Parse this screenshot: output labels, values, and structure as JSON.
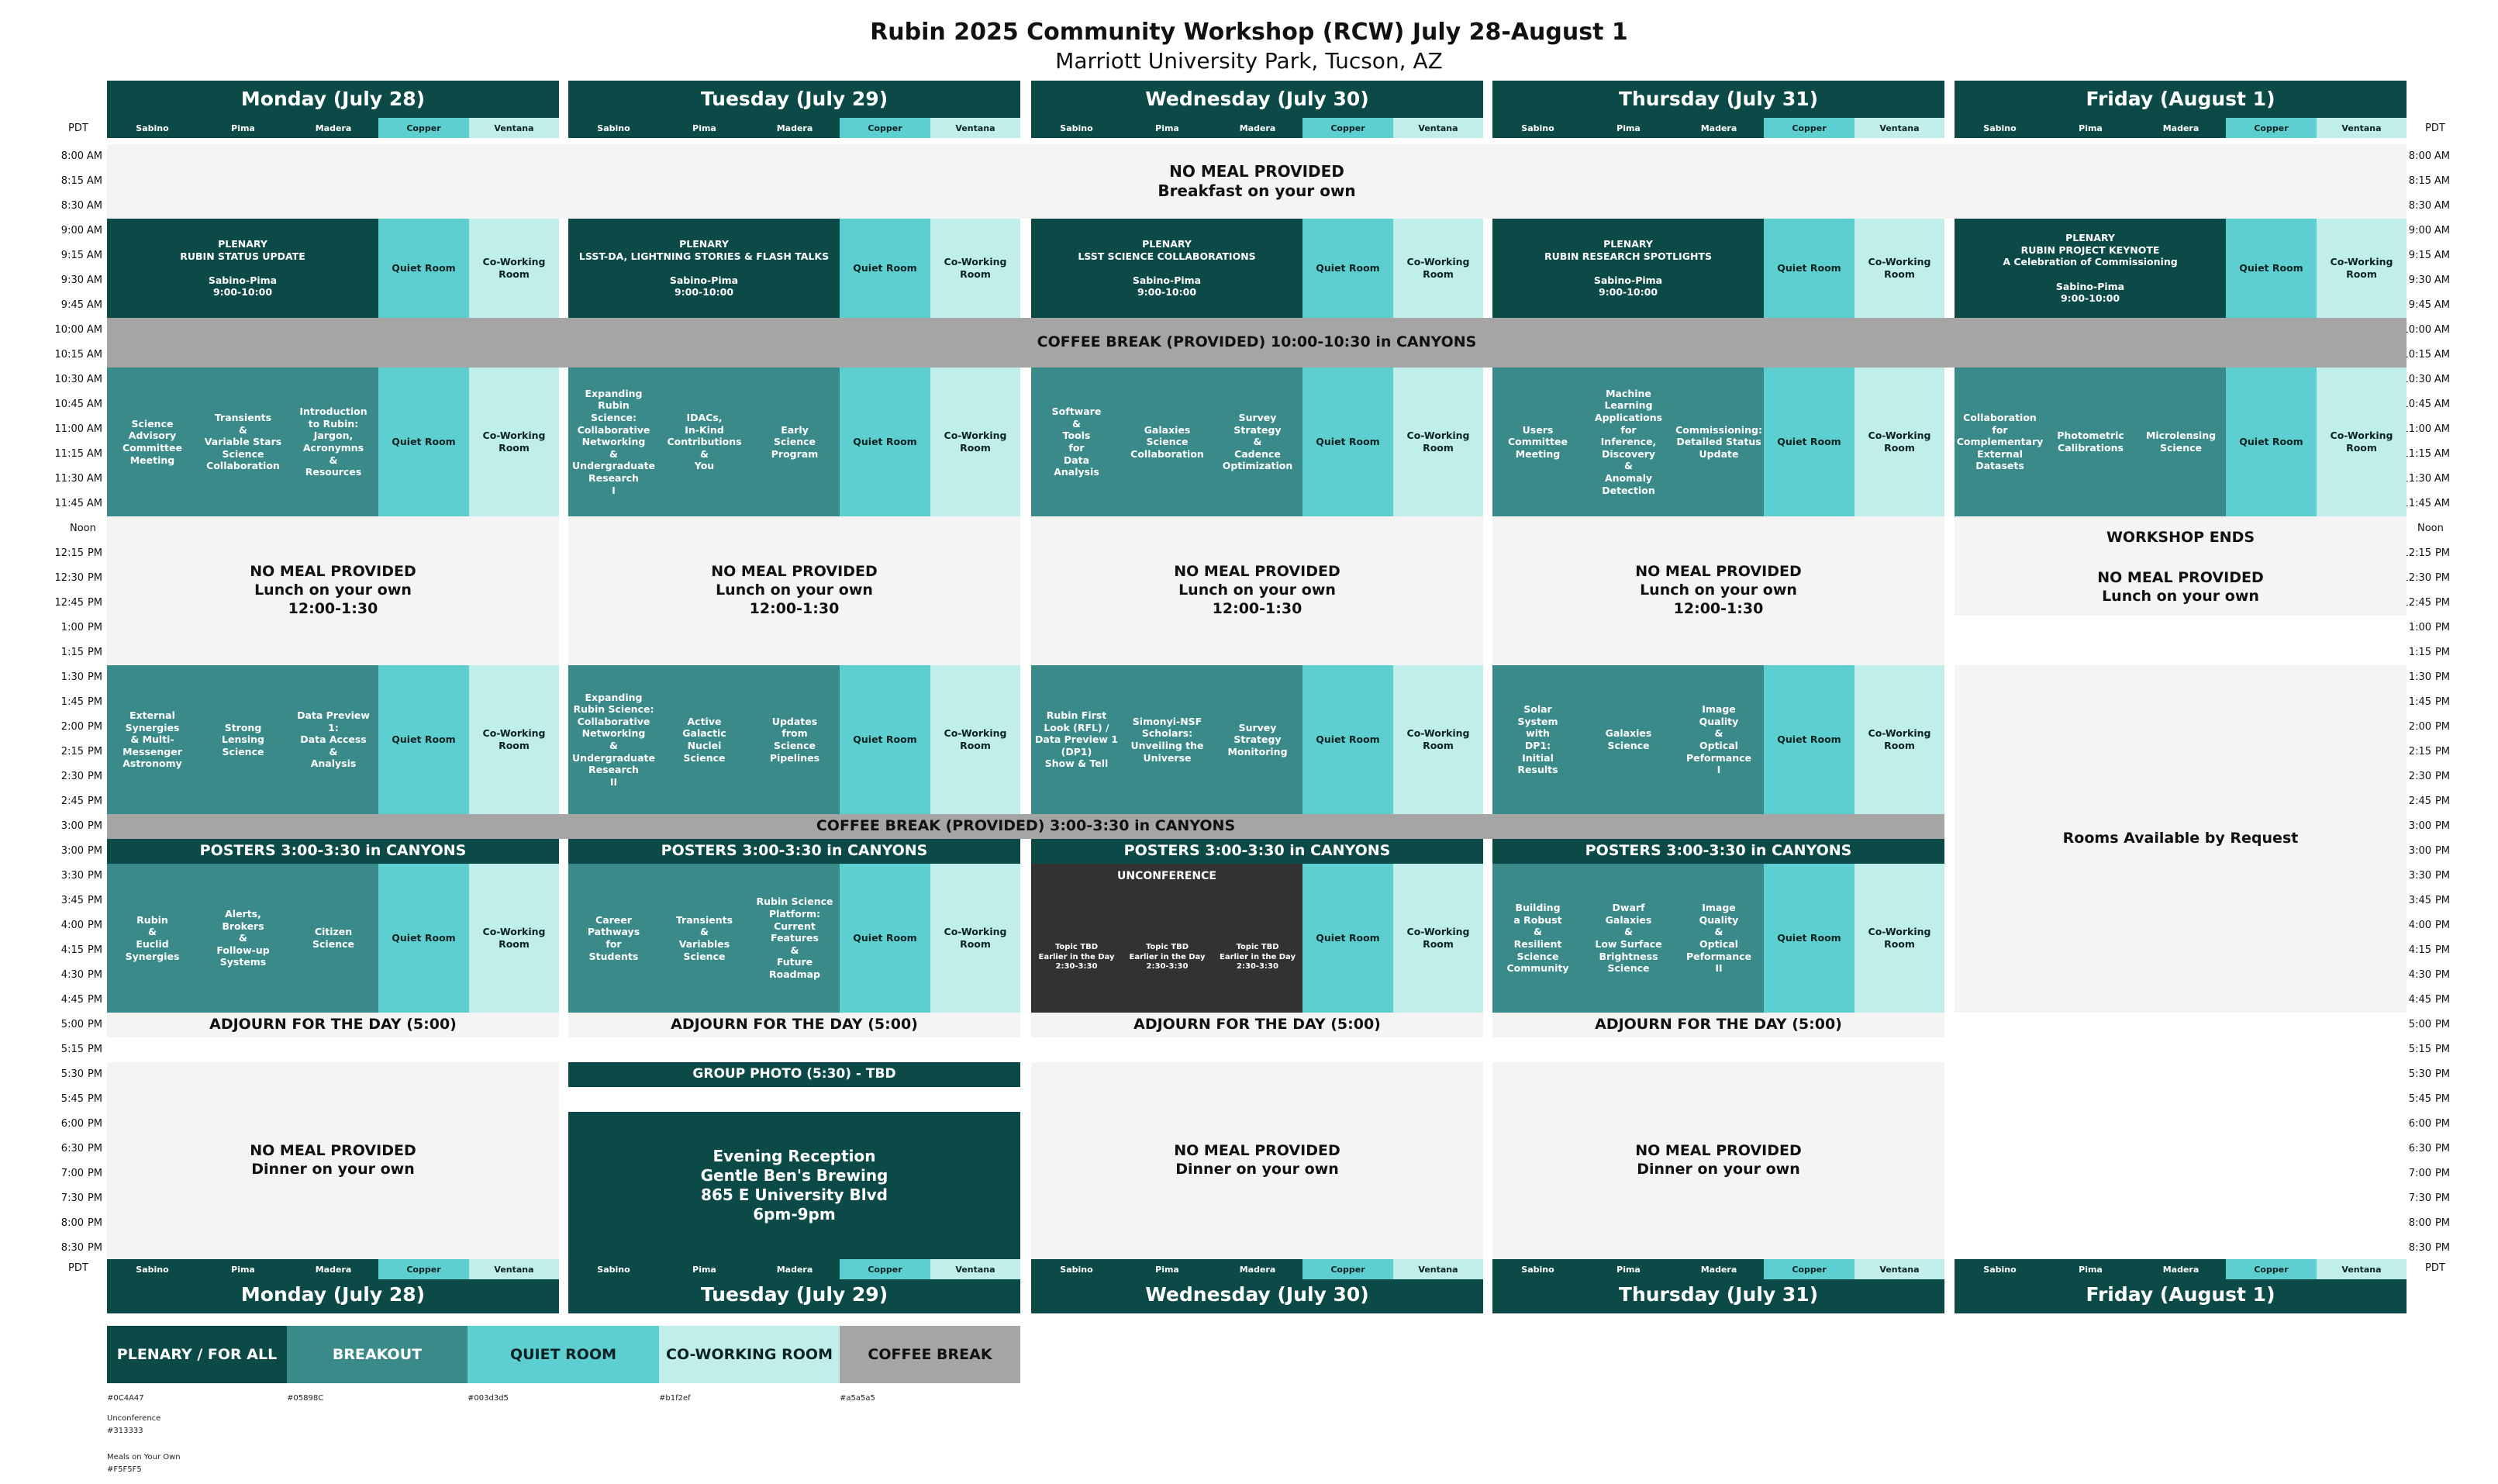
{
  "header": {
    "title": "Rubin 2025 Community Workshop (RCW) July 28-August 1",
    "subtitle": "Marriott University Park, Tucson, AZ"
  },
  "pdt_label": "PDT",
  "rooms": [
    "Sabino",
    "Pima",
    "Madera",
    "Copper",
    "Ventana"
  ],
  "days": [
    "Monday (July 28)",
    "Tuesday (July 29)",
    "Wednesday (July 30)",
    "Thursday (July 31)",
    "Friday (August 1)"
  ],
  "times": [
    {
      "t": "8:00",
      "p": "AM"
    },
    {
      "t": "8:15",
      "p": "AM"
    },
    {
      "t": "8:30",
      "p": "AM"
    },
    {
      "t": "9:00",
      "p": "AM"
    },
    {
      "t": "9:15",
      "p": "AM"
    },
    {
      "t": "9:30",
      "p": "AM"
    },
    {
      "t": "9:45",
      "p": "AM"
    },
    {
      "t": "10:00",
      "p": "AM"
    },
    {
      "t": "10:15",
      "p": "AM"
    },
    {
      "t": "10:30",
      "p": "AM"
    },
    {
      "t": "10:45",
      "p": "AM"
    },
    {
      "t": "11:00",
      "p": "AM"
    },
    {
      "t": "11:15",
      "p": "AM"
    },
    {
      "t": "11:30",
      "p": "AM"
    },
    {
      "t": "11:45",
      "p": "AM"
    },
    {
      "t": "Noon",
      "p": ""
    },
    {
      "t": "12:15",
      "p": "PM"
    },
    {
      "t": "12:30",
      "p": "PM"
    },
    {
      "t": "12:45",
      "p": "PM"
    },
    {
      "t": "1:00",
      "p": "PM"
    },
    {
      "t": "1:15",
      "p": "PM"
    },
    {
      "t": "1:30",
      "p": "PM"
    },
    {
      "t": "1:45",
      "p": "PM"
    },
    {
      "t": "2:00",
      "p": "PM"
    },
    {
      "t": "2:15",
      "p": "PM"
    },
    {
      "t": "2:30",
      "p": "PM"
    },
    {
      "t": "2:45",
      "p": "PM"
    },
    {
      "t": "3:00",
      "p": "PM"
    },
    {
      "t": "3:00",
      "p": "PM"
    },
    {
      "t": "3:30",
      "p": "PM"
    },
    {
      "t": "3:45",
      "p": "PM"
    },
    {
      "t": "4:00",
      "p": "PM"
    },
    {
      "t": "4:15",
      "p": "PM"
    },
    {
      "t": "4:30",
      "p": "PM"
    },
    {
      "t": "4:45",
      "p": "PM"
    },
    {
      "t": "5:00",
      "p": "PM"
    },
    {
      "t": "5:15",
      "p": "PM"
    },
    {
      "t": "5:30",
      "p": "PM"
    },
    {
      "t": "5:45",
      "p": "PM"
    },
    {
      "t": "6:00",
      "p": "PM"
    },
    {
      "t": "6:30",
      "p": "PM"
    },
    {
      "t": "7:00",
      "p": "PM"
    },
    {
      "t": "7:30",
      "p": "PM"
    },
    {
      "t": "8:00",
      "p": "PM"
    },
    {
      "t": "8:30",
      "p": "PM"
    }
  ],
  "morning_meal": "NO MEAL PROVIDED\nBreakfast on your own",
  "coffee_am": "COFFEE BREAK (PROVIDED) 10:00-10:30 in CANYONS",
  "coffee_pm": "COFFEE BREAK (PROVIDED) 3:00-3:30 in CANYONS",
  "quiet_room": "Quiet Room",
  "coworking_room": "Co-Working\nRoom",
  "posters": "POSTERS 3:00-3:30 in CANYONS",
  "adjourn": "ADJOURN FOR THE DAY (5:00)",
  "lunch": "NO MEAL PROVIDED\nLunch on your own\n12:00-1:30",
  "dinner": "NO MEAL PROVIDED\nDinner on your own",
  "plenaries": [
    "PLENARY\nRUBIN STATUS UPDATE\n\nSabino-Pima\n9:00-10:00",
    "PLENARY\nLSST-DA, LIGHTNING STORIES & FLASH TALKS\n\nSabino-Pima\n9:00-10:00",
    "PLENARY\nLSST SCIENCE COLLABORATIONS\n\nSabino-Pima\n9:00-10:00",
    "PLENARY\nRUBIN RESEARCH SPOTLIGHTS\n\nSabino-Pima\n9:00-10:00",
    "PLENARY\nRUBIN PROJECT KEYNOTE\nA Celebration of Commissioning\n\nSabino-Pima\n9:00-10:00"
  ],
  "breakout_am": [
    [
      "Science\nAdvisory\nCommittee\nMeeting",
      "Transients\n&\nVariable Stars\nScience\nCollaboration",
      "Introduction\nto Rubin:\nJargon,\nAcronymns\n&\nResources"
    ],
    [
      "Expanding Rubin\nScience:\nCollaborative\nNetworking\n&\nUndergraduate\nResearch\nI",
      "IDACs,\nIn-Kind\nContributions\n&\nYou",
      "Early\nScience\nProgram"
    ],
    [
      "Software\n&\nTools\nfor\nData\nAnalysis",
      "Galaxies\nScience\nCollaboration",
      "Survey\nStrategy\n&\nCadence\nOptimization"
    ],
    [
      "Users\nCommittee\nMeeting",
      "Machine\nLearning\nApplications\nfor\nInference,\nDiscovery\n&\nAnomaly\nDetection",
      "Commissioning:\nDetailed Status\nUpdate"
    ],
    [
      "Collaboration\nfor\nComplementary\nExternal\nDatasets",
      "Photometric\nCalibrations",
      "Microlensing\nScience"
    ]
  ],
  "breakout_pm1": [
    [
      "External\nSynergies\n& Multi-\nMessenger\nAstronomy",
      "Strong\nLensing\nScience",
      "Data Preview 1:\nData Access\n&\nAnalysis"
    ],
    [
      "Expanding\nRubin Science:\nCollaborative\nNetworking\n&\nUndergraduate\nResearch\nII",
      "Active\nGalactic\nNuclei\nScience",
      "Updates\nfrom\nScience\nPipelines"
    ],
    [
      "Rubin First\nLook (RFL) /\nData Preview 1\n(DP1)\nShow & Tell",
      "Simonyi-NSF\nScholars:\nUnveiling the\nUniverse",
      "Survey\nStrategy\nMonitoring"
    ],
    [
      "Solar\nSystem\nwith\nDP1:\nInitial\nResults",
      "Galaxies\nScience",
      "Image\nQuality\n&\nOptical\nPeformance\nI"
    ]
  ],
  "breakout_pm2": [
    [
      "Rubin\n&\nEuclid\nSynergies",
      "Alerts,\nBrokers\n&\nFollow-up\nSystems",
      "Citizen\nScience"
    ],
    [
      "Career\nPathways\nfor\nStudents",
      "Transients\n&\nVariables\nScience",
      "Rubin Science\nPlatform:\nCurrent\nFeatures\n&\nFuture\nRoadmap"
    ],
    [],
    [
      "Building\na Robust\n&\nResilient\nScience\nCommunity",
      "Dwarf\nGalaxies\n&\nLow Surface\nBrightness\nScience",
      "Image\nQuality\n&\nOptical\nPeformance\nII"
    ]
  ],
  "unconference": {
    "title": "UNCONFERENCE",
    "slots": [
      "Topic TBD\nEarlier in the Day\n2:30-3:30",
      "Topic TBD\nEarlier in the Day\n2:30-3:30",
      "Topic TBD\nEarlier in the Day\n2:30-3:30"
    ]
  },
  "friday": {
    "workshop_ends": "WORKSHOP ENDS",
    "lunch": "NO MEAL PROVIDED\nLunch on your own",
    "rooms_available": "Rooms Available by Request"
  },
  "group_photo": "GROUP PHOTO (5:30) - TBD",
  "reception": "Evening Reception\nGentle Ben's Brewing\n865 E University Blvd\n6pm-9pm",
  "legend": [
    {
      "label": "PLENARY / FOR ALL",
      "hex": "#0C4A47"
    },
    {
      "label": "BREAKOUT",
      "hex": "#398A89"
    },
    {
      "label": "QUIET ROOM",
      "hex": "#5ECFD1"
    },
    {
      "label": "CO-WORKING ROOM",
      "hex": "#C0EFEB"
    },
    {
      "label": "COFFEE BREAK",
      "hex": "#A5A5A5"
    }
  ],
  "legend_hex_text": [
    "#0C4A47",
    "#05898C",
    "#003d3d5",
    "#b1f2ef",
    "#a5a5a5"
  ],
  "legend_notes": [
    "Unconference",
    "#313333",
    "Meals on Your Own",
    "#F5F5F5"
  ],
  "colors": {
    "plenary": "#0C4A47",
    "breakout": "#398A89",
    "quiet": "#5ECFD1",
    "cowork": "#C0EFEB",
    "coffee": "#A5A5A5",
    "meal": "#F4F4F4",
    "unconference": "#313333"
  }
}
